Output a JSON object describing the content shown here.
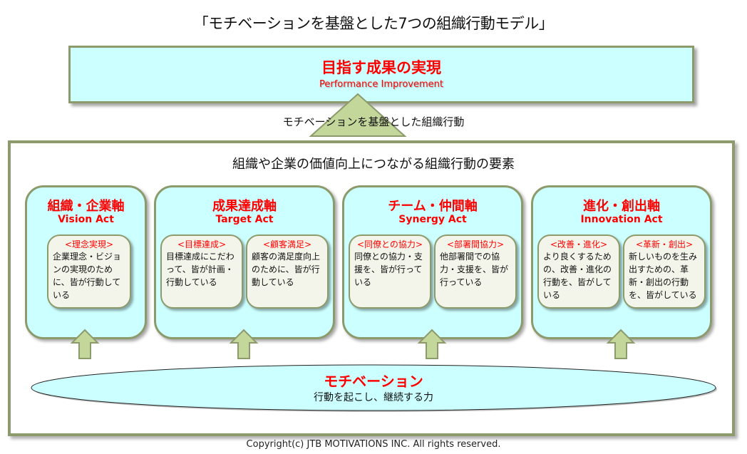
{
  "title": "「モチベーションを基盤とした7つの組織行動モデル」",
  "goal": {
    "title_jp": "目指す成果の実現",
    "title_en": "Performance Improvement"
  },
  "foundation_label": "モチベーションを基盤とした組織行動",
  "elements_title": "組織や企業の価値向上につながる組織行動の要素",
  "axes": [
    {
      "title_jp": "組織・企業軸",
      "title_en": "Vision Act",
      "cards": [
        {
          "heading": "<理念実現>",
          "body": "企業理念・ビジョンの実現のために、皆が行動している"
        }
      ]
    },
    {
      "title_jp": "成果達成軸",
      "title_en": "Target Act",
      "cards": [
        {
          "heading": "<目標達成>",
          "body": "目標達成にこだわって、皆が計画・行動している"
        },
        {
          "heading": "<顧客満足>",
          "body": "顧客の満足度向上のために、皆が行動している"
        }
      ]
    },
    {
      "title_jp": "チーム・仲間軸",
      "title_en": "Synergy Act",
      "cards": [
        {
          "heading": "<同僚との協力>",
          "body": "同僚との協力・支援を、皆が行っている"
        },
        {
          "heading": "<部署間協力>",
          "body": "他部署間での協力・支援を、皆が行っている"
        }
      ]
    },
    {
      "title_jp": "進化・創出軸",
      "title_en": "Innovation Act",
      "cards": [
        {
          "heading": "<改善・進化>",
          "body": "より良くするための、改善・進化の行動を、皆がしている"
        },
        {
          "heading": "<革新・創出>",
          "body": "新しいものを生み出すための、革新・創出の行動を、皆がしている"
        }
      ]
    }
  ],
  "motivation": {
    "title": "モチベーション",
    "subtitle": "行動を起こし、継続する力"
  },
  "copyright": "Copyright(c) JTB MOTIVATIONS INC. All rights reserved.",
  "colors": {
    "accent_red": "#ff0000",
    "box_fill": "#ccffff",
    "border_olive": "#8c9a6c",
    "shape_green": "#c4d79b",
    "card_fill": "#f3f5ea"
  }
}
